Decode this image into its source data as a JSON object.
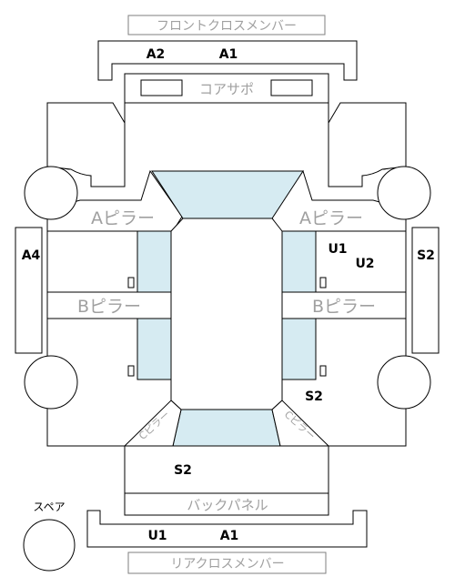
{
  "labels": {
    "front_cross_member": "フロントクロスメンバー",
    "core_support": "コアサポ",
    "a_pillar": "Aピラー",
    "b_pillar": "Bピラー",
    "back_panel": "バックパネル",
    "rear_cross_member": "リアクロスメンバー",
    "spare": "スペア",
    "c_pillar": "Cピラー"
  },
  "codes": {
    "front_a2": "A2",
    "front_a1": "A1",
    "left_side_a4": "A4",
    "right_upper_u1": "U1",
    "right_upper_u2": "U2",
    "right_side_s2": "S2",
    "right_lower_s2": "S2",
    "rear_floor_s2": "S2",
    "rear_u1": "U1",
    "rear_a1": "A1"
  },
  "colors": {
    "glass": "#d6ebf2",
    "line": "#000000",
    "label_gray": "#a0a0a0"
  }
}
